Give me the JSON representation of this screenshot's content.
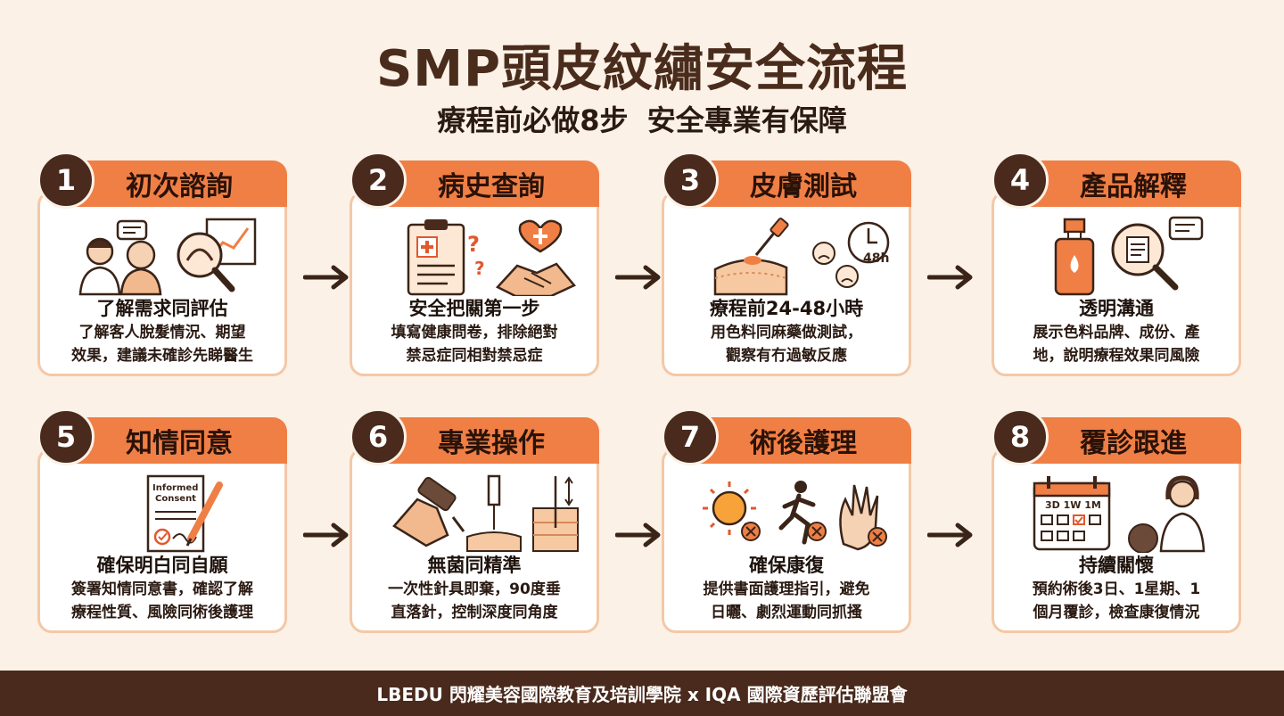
{
  "header": {
    "title": "SMP頭皮紋繡安全流程",
    "subtitle": "療程前必做8步  安全專業有保障"
  },
  "steps": [
    {
      "number": "1",
      "title": "初次諮詢",
      "subtitle": "了解需求同評估",
      "desc_line1": "了解客人脫髮情況、期望",
      "desc_line2": "效果，建議未確診先睇醫生"
    },
    {
      "number": "2",
      "title": "病史查詢",
      "subtitle": "安全把關第一步",
      "desc_line1": "填寫健康問卷，排除絕對",
      "desc_line2": "禁忌症同相對禁忌症"
    },
    {
      "number": "3",
      "title": "皮膚測試",
      "subtitle": "療程前24-48小時",
      "desc_line1": "用色料同麻藥做測試，",
      "desc_line2": "觀察有冇過敏反應",
      "icon_text": "48h"
    },
    {
      "number": "4",
      "title": "產品解釋",
      "subtitle": "透明溝通",
      "desc_line1": "展示色料品牌、成份、產",
      "desc_line2": "地，說明療程效果同風險"
    },
    {
      "number": "5",
      "title": "知情同意",
      "subtitle": "確保明白同自願",
      "desc_line1": "簽署知情同意書，確認了解",
      "desc_line2": "療程性質、風險同術後護理",
      "icon_text1": "Informed",
      "icon_text2": "Consent"
    },
    {
      "number": "6",
      "title": "專業操作",
      "subtitle": "無菌同精準",
      "desc_line1": "一次性針具即棄，90度垂",
      "desc_line2": "直落針，控制深度同角度"
    },
    {
      "number": "7",
      "title": "術後護理",
      "subtitle": "確保康復",
      "desc_line1": "提供書面護理指引，避免",
      "desc_line2": "日曬、劇烈運動同抓搔"
    },
    {
      "number": "8",
      "title": "覆診跟進",
      "subtitle": "持續關懷",
      "desc_line1": "預約術後3日、1星期、1",
      "desc_line2": "個月覆診，檢查康復情況",
      "icon_text": "3D 1W 1M"
    }
  ],
  "colors": {
    "accent": "#f07f45",
    "dark": "#4a2a1c",
    "background": "#fbf1e6",
    "border": "#f4c8a6"
  },
  "footer": {
    "text": "LBEDU 閃耀美容國際教育及培訓學院 x IQA 國際資歷評估聯盟會"
  }
}
